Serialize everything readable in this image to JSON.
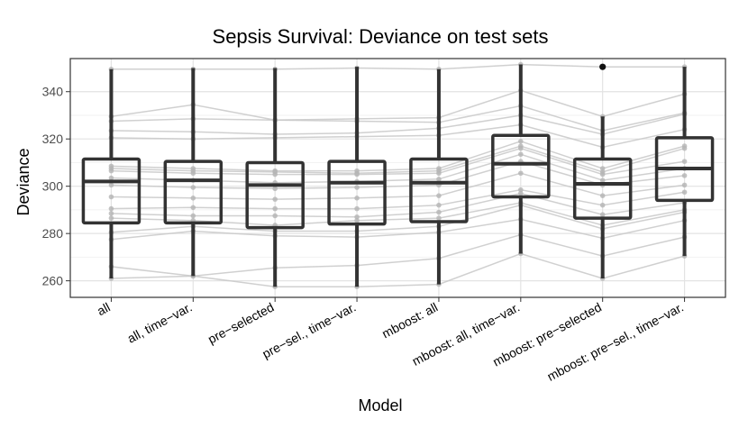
{
  "chart_data": {
    "type": "boxplot",
    "title": "Sepsis Survival: Deviance on test sets",
    "xlabel": "Model",
    "ylabel": "Deviance",
    "ylim": [
      253,
      354
    ],
    "yticks": [
      260,
      280,
      300,
      320,
      340
    ],
    "grid": true,
    "categories": [
      "all",
      "all, time−var.",
      "pre−selected",
      "pre−sel., time−var.",
      "mboost: all",
      "mboost: all, time−var.",
      "mboost: pre−selected",
      "mboost: pre−sel., time−var."
    ],
    "boxes": [
      {
        "whisker_low": 261,
        "q1": 284.5,
        "median": 302,
        "q3": 311.5,
        "whisker_high": 349.5,
        "outliers": []
      },
      {
        "whisker_low": 262,
        "q1": 284.5,
        "median": 302.5,
        "q3": 310.5,
        "whisker_high": 350,
        "outliers": []
      },
      {
        "whisker_low": 257.5,
        "q1": 282.5,
        "median": 300.5,
        "q3": 310,
        "whisker_high": 350,
        "outliers": []
      },
      {
        "whisker_low": 257.5,
        "q1": 284,
        "median": 301.5,
        "q3": 310.5,
        "whisker_high": 350.5,
        "outliers": []
      },
      {
        "whisker_low": 258.5,
        "q1": 285,
        "median": 301.5,
        "q3": 311.5,
        "whisker_high": 349.5,
        "outliers": []
      },
      {
        "whisker_low": 271.5,
        "q1": 295.5,
        "median": 309.5,
        "q3": 321.5,
        "whisker_high": 351.5,
        "outliers": []
      },
      {
        "whisker_low": 261,
        "q1": 286.5,
        "median": 301,
        "q3": 311.5,
        "whisker_high": 329.5,
        "outliers": [
          350.5
        ]
      },
      {
        "whisker_low": 270.5,
        "q1": 294,
        "median": 307.5,
        "q3": 320.5,
        "whisker_high": 350.5,
        "outliers": []
      }
    ],
    "paired_runs": [
      [
        349.5,
        349.5,
        349.5,
        350,
        349.5,
        351.5,
        350.5,
        350.5
      ],
      [
        329.5,
        334.5,
        328,
        328.5,
        329,
        340.5,
        329.5,
        339
      ],
      [
        327.5,
        328.5,
        328,
        327.5,
        327,
        334,
        323.5,
        331
      ],
      [
        323.5,
        323,
        322,
        322.5,
        324.5,
        330,
        322,
        330.5
      ],
      [
        320.5,
        320,
        320.5,
        321,
        321.5,
        326,
        316.5,
        324
      ],
      [
        308.5,
        307.5,
        306.5,
        306.5,
        307.5,
        319,
        307.5,
        317
      ],
      [
        307.5,
        306.5,
        306,
        305.5,
        306.5,
        317,
        306,
        316
      ],
      [
        306.5,
        305.5,
        305,
        305,
        305.5,
        316,
        305,
        310.5
      ],
      [
        303.5,
        302.5,
        301.5,
        302,
        303,
        313.5,
        302.5,
        307.5
      ],
      [
        300.5,
        299.5,
        299,
        299.5,
        300.5,
        310.5,
        300.5,
        304.5
      ],
      [
        295.5,
        295,
        294.5,
        295,
        296,
        305.5,
        296,
        300.5
      ],
      [
        290.5,
        291,
        290.5,
        290.5,
        292,
        298.5,
        292,
        297.5
      ],
      [
        288.5,
        287.5,
        287.5,
        287,
        289,
        297,
        288,
        293
      ],
      [
        286.5,
        285.5,
        283.5,
        285.5,
        286.5,
        293,
        283.5,
        290
      ],
      [
        280.5,
        283,
        281,
        281,
        283,
        292,
        282,
        289
      ],
      [
        277.5,
        281,
        279,
        278.5,
        280.5,
        286,
        278,
        285.5
      ],
      [
        266,
        262,
        265.5,
        266.5,
        269.5,
        279.5,
        270.5,
        278.5
      ],
      [
        261,
        262,
        257.5,
        257.5,
        258.5,
        271.5,
        261,
        270.5
      ]
    ]
  }
}
